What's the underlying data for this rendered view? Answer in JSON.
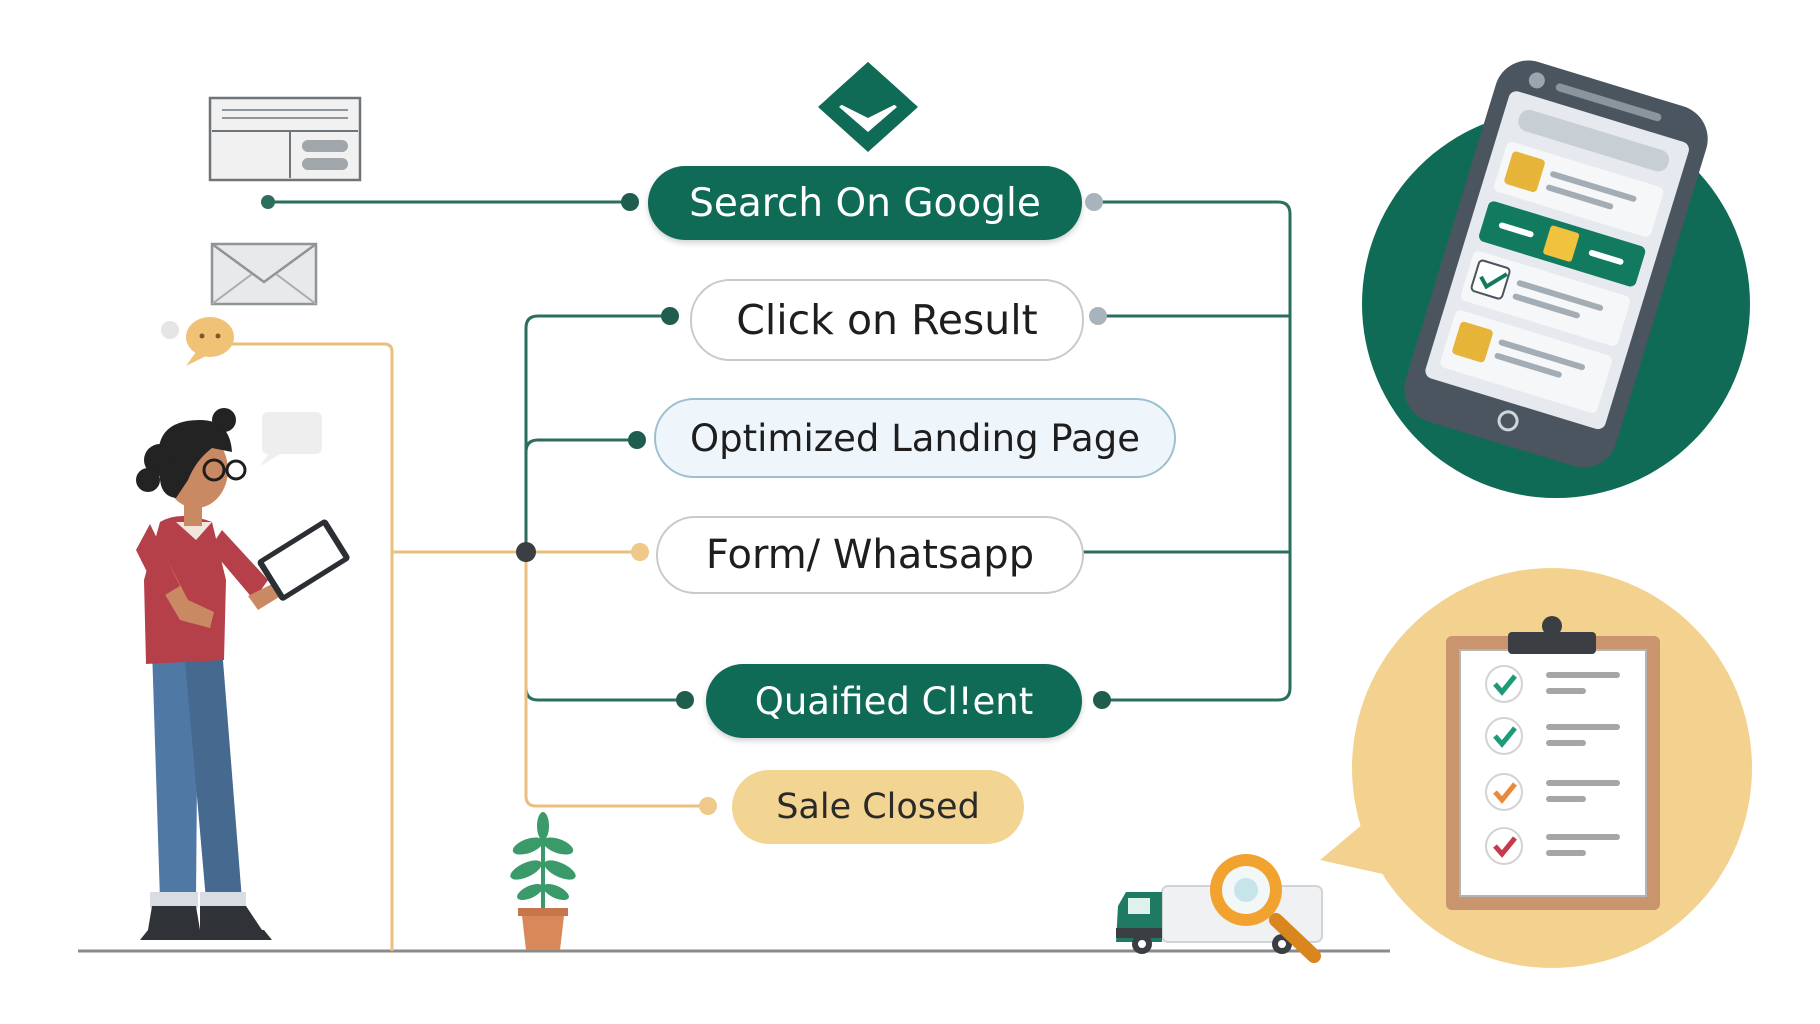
{
  "flow_steps": [
    {
      "label": "Search On Google",
      "style": "dark"
    },
    {
      "label": "Click on Result",
      "style": "outline"
    },
    {
      "label": "Optimized  Landing Page",
      "style": "light"
    },
    {
      "label": "Form/  Whatsapp",
      "style": "outline"
    },
    {
      "label": "Quaified Cl!ent",
      "style": "dark"
    },
    {
      "label": "Sale Closed",
      "style": "sand"
    }
  ],
  "colors": {
    "brand_green": "#0f6b56",
    "line_green": "#2b6e5e",
    "line_orange": "#e9bf7e",
    "sand": "#f2d592",
    "circle_sand": "#f3d18e",
    "phone_frame": "#4a5560",
    "ground": "#8a8a8a"
  },
  "icons": [
    "brand-logo-icon",
    "browser-window-icon",
    "envelope-icon",
    "chat-bubble-icon",
    "speech-bubble-icon",
    "smartphone-icon",
    "clipboard-checklist-icon",
    "magnifier-icon",
    "delivery-truck-icon",
    "potted-plant-icon",
    "person-with-tablet-icon"
  ]
}
